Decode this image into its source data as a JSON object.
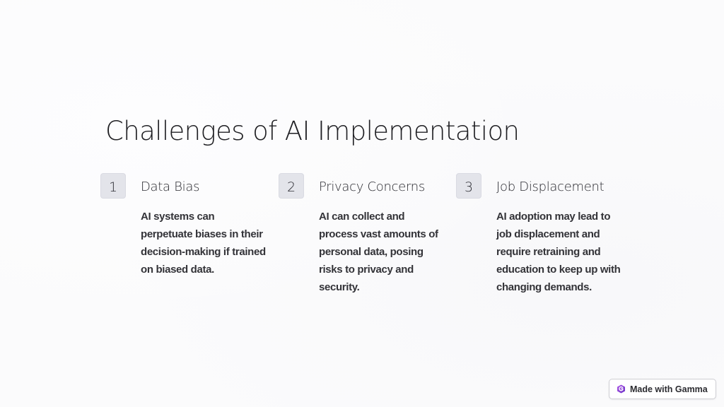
{
  "slide": {
    "title": "Challenges of AI Implementation",
    "cards": [
      {
        "number": "1",
        "heading": "Data Bias",
        "body": "AI systems can perpetuate biases in their decision-making if trained on biased data."
      },
      {
        "number": "2",
        "heading": "Privacy Concerns",
        "body": "AI can collect and process vast amounts of personal data, posing risks to privacy and security."
      },
      {
        "number": "3",
        "heading": "Job Displacement",
        "body": "AI adoption may lead to job displacement and require retraining and education to keep up with changing demands."
      }
    ]
  },
  "badge": {
    "label": "Made with Gamma",
    "icon": "gamma-logo-icon"
  },
  "colors": {
    "background": "#fbfbfc",
    "number_box": "#e3e4ea",
    "title_text": "#1f1f23",
    "body_text": "#333338",
    "gamma_accent": "#8b3fd9"
  }
}
